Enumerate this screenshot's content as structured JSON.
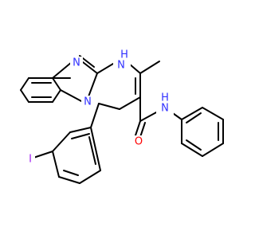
{
  "atom_labels": {
    "n_imine": "N",
    "nh_h": "H",
    "nh_n": "N",
    "n_bridge": "N",
    "o_amide": "O",
    "nh_amide_n": "N",
    "nh_amide_h": "H",
    "iodine": "I"
  },
  "colors": {
    "nitrogen": "#3030ff",
    "oxygen": "#ff0000",
    "iodine": "#a020f0",
    "bond": "#000000"
  }
}
